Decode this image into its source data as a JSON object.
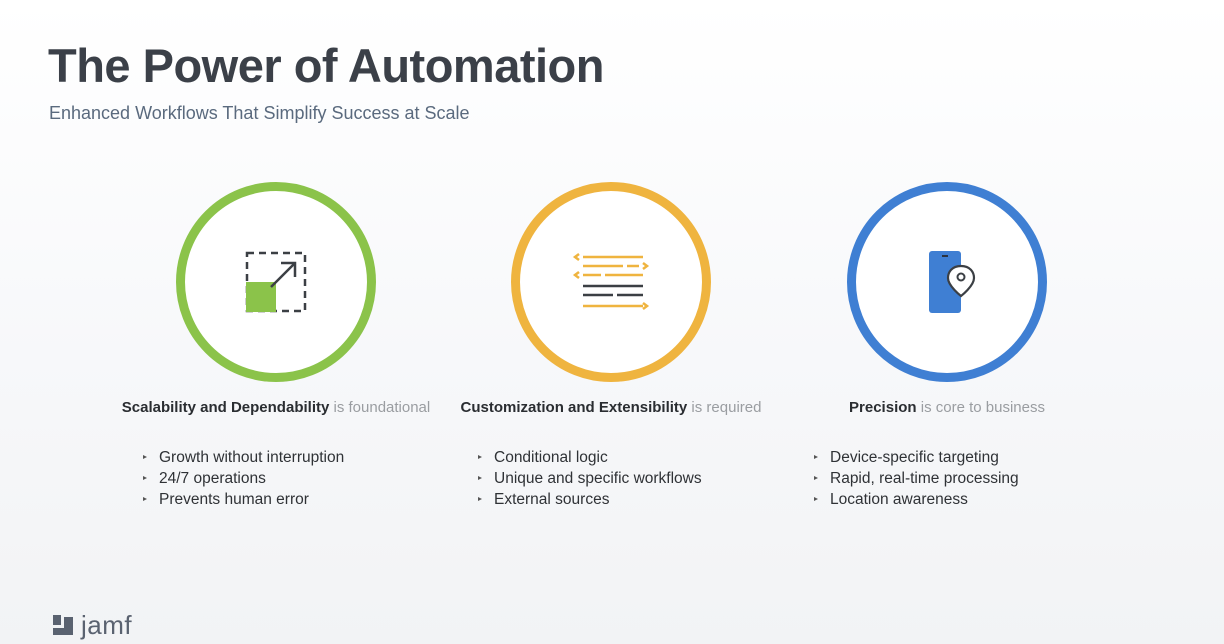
{
  "slide": {
    "title": "The Power of Automation",
    "subtitle": "Enhanced Workflows That Simplify Success at Scale"
  },
  "columns": [
    {
      "icon": "scale-resize-icon",
      "ring_color": "#8bc34a",
      "heading_bold": "Scalability and Dependability",
      "heading_rest": " is foundational",
      "bullets": [
        "Growth without interruption",
        "24/7 operations",
        "Prevents human error"
      ]
    },
    {
      "icon": "code-lines-icon",
      "ring_color": "#efb43f",
      "heading_bold": "Customization and Extensibility",
      "heading_rest": " is required",
      "bullets": [
        "Conditional logic",
        "Unique and specific workflows",
        "External sources"
      ]
    },
    {
      "icon": "phone-location-icon",
      "ring_color": "#3f7fd3",
      "heading_bold": "Precision",
      "heading_rest": " is core to business",
      "bullets": [
        "Device-specific targeting",
        "Rapid, real-time processing",
        "Location awareness"
      ]
    }
  ],
  "footer": {
    "logo_text": "jamf"
  }
}
